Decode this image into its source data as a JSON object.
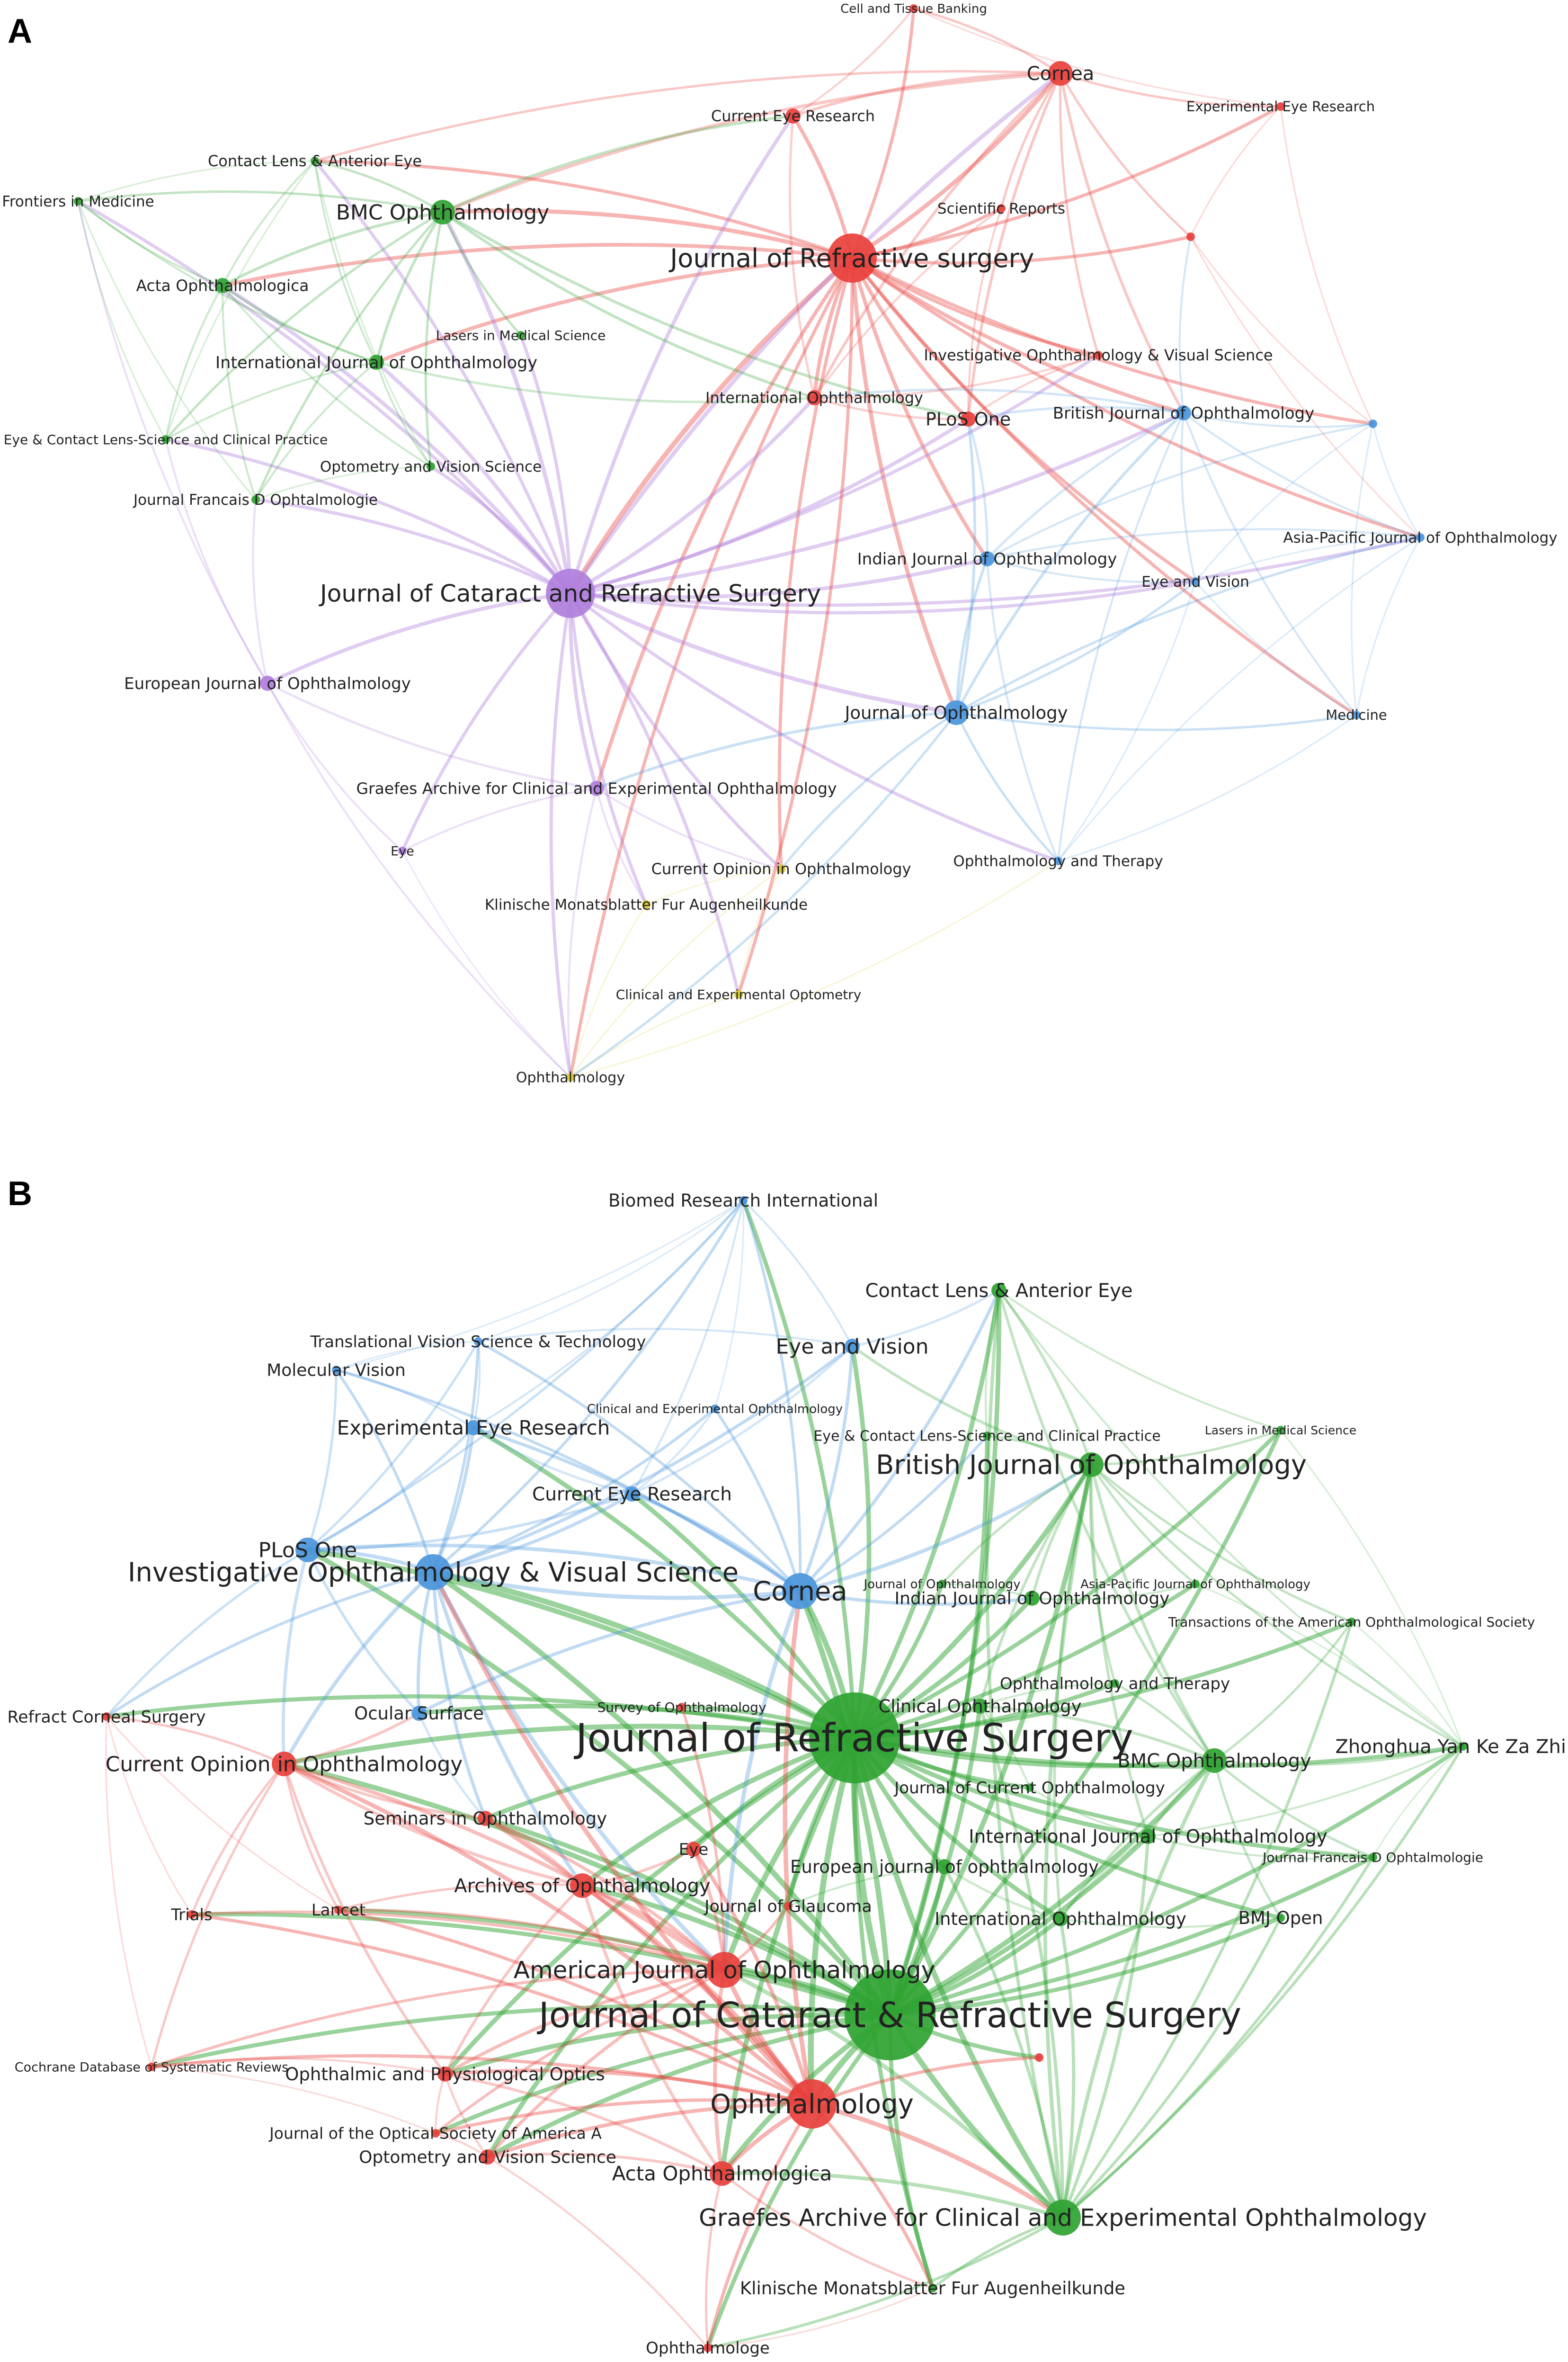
{
  "colors": {
    "red": "#e8403c",
    "green": "#2fa332",
    "blue": "#4a96dc",
    "purple": "#b07fdc",
    "yellow": "#d9c92c"
  },
  "panels": [
    {
      "id": "A",
      "label": "A",
      "nodes": [
        {
          "id": "a_cell",
          "label": "Cell and Tissue Banking",
          "cluster": "red",
          "size": 1
        },
        {
          "id": "a_cornea",
          "label": "Cornea",
          "cluster": "red",
          "size": 3
        },
        {
          "id": "a_eer",
          "label": "Experimental Eye Research",
          "cluster": "red",
          "size": 1
        },
        {
          "id": "a_cer",
          "label": "Current Eye Research",
          "cluster": "red",
          "size": 2
        },
        {
          "id": "a_sci",
          "label": "Scientific Reports",
          "cluster": "red",
          "size": 1
        },
        {
          "id": "a_jrs",
          "label": "Journal of Refractive surgery",
          "cluster": "red",
          "size": 5
        },
        {
          "id": "a_red_u1",
          "label": "",
          "cluster": "red",
          "size": 1
        },
        {
          "id": "a_iovs",
          "label": "Investigative Ophthalmology & Visual Science",
          "cluster": "red",
          "size": 1
        },
        {
          "id": "a_io",
          "label": "International Ophthalmology",
          "cluster": "red",
          "size": 2
        },
        {
          "id": "a_plos",
          "label": "PLoS One",
          "cluster": "red",
          "size": 2
        },
        {
          "id": "a_clae",
          "label": "Contact Lens & Anterior Eye",
          "cluster": "green",
          "size": 1
        },
        {
          "id": "a_frontiers",
          "label": "Frontiers in Medicine",
          "cluster": "green",
          "size": 1
        },
        {
          "id": "a_bmc",
          "label": "BMC Ophthalmology",
          "cluster": "green",
          "size": 3
        },
        {
          "id": "a_acta",
          "label": "Acta Ophthalmologica",
          "cluster": "green",
          "size": 2
        },
        {
          "id": "a_lasers",
          "label": "Lasers in Medical Science",
          "cluster": "green",
          "size": 1
        },
        {
          "id": "a_ijo",
          "label": "International Journal of Ophthalmology",
          "cluster": "green",
          "size": 2
        },
        {
          "id": "a_eclscp",
          "label": "Eye & Contact Lens-Science and Clinical Practice",
          "cluster": "green",
          "size": 1
        },
        {
          "id": "a_ovs",
          "label": "Optometry and Vision Science",
          "cluster": "green",
          "size": 1
        },
        {
          "id": "a_jfo",
          "label": "Journal Francais D Ophtalmologie",
          "cluster": "green",
          "size": 1
        },
        {
          "id": "a_bjo",
          "label": "British Journal of Ophthalmology",
          "cluster": "blue",
          "size": 2
        },
        {
          "id": "a_blue_u1",
          "label": "",
          "cluster": "blue",
          "size": 1
        },
        {
          "id": "a_apjo",
          "label": "Asia-Pacific Journal of Ophthalmology",
          "cluster": "blue",
          "size": 1
        },
        {
          "id": "a_indian",
          "label": "Indian Journal of Ophthalmology",
          "cluster": "blue",
          "size": 2
        },
        {
          "id": "a_eyevision",
          "label": "Eye and Vision",
          "cluster": "blue",
          "size": 1
        },
        {
          "id": "a_jo",
          "label": "Journal of Ophthalmology",
          "cluster": "blue",
          "size": 3
        },
        {
          "id": "a_medicine",
          "label": "Medicine",
          "cluster": "blue",
          "size": 1
        },
        {
          "id": "a_ot",
          "label": "Ophthalmology and Therapy",
          "cluster": "blue",
          "size": 1
        },
        {
          "id": "a_jcrs",
          "label": "Journal of Cataract and Refractive Surgery",
          "cluster": "purple",
          "size": 5
        },
        {
          "id": "a_ejo",
          "label": "European Journal of Ophthalmology",
          "cluster": "purple",
          "size": 2
        },
        {
          "id": "a_graefes",
          "label": "Graefes Archive for Clinical and Experimental Ophthalmology",
          "cluster": "purple",
          "size": 2
        },
        {
          "id": "a_eye",
          "label": "Eye",
          "cluster": "purple",
          "size": 1
        },
        {
          "id": "a_coo",
          "label": "Current Opinion in Ophthalmology",
          "cluster": "yellow",
          "size": 1
        },
        {
          "id": "a_kmfa",
          "label": "Klinische Monatsblatter Fur Augenheilkunde",
          "cluster": "yellow",
          "size": 1
        },
        {
          "id": "a_ceo",
          "label": "Clinical and Experimental Optometry",
          "cluster": "yellow",
          "size": 1
        },
        {
          "id": "a_ophth",
          "label": "Ophthalmology",
          "cluster": "yellow",
          "size": 1
        }
      ]
    },
    {
      "id": "B",
      "label": "B",
      "nodes": [
        {
          "id": "b_biomed",
          "label": "Biomed Research International",
          "cluster": "blue",
          "size": 1
        },
        {
          "id": "b_clae",
          "label": "Contact Lens & Anterior Eye",
          "cluster": "green",
          "size": 2
        },
        {
          "id": "b_tvst",
          "label": "Translational Vision Science & Technology",
          "cluster": "blue",
          "size": 1
        },
        {
          "id": "b_eyevision",
          "label": "Eye and Vision",
          "cluster": "blue",
          "size": 2
        },
        {
          "id": "b_molvis",
          "label": "Molecular Vision",
          "cluster": "blue",
          "size": 1
        },
        {
          "id": "b_ceo",
          "label": "Clinical and Experimental Ophthalmology",
          "cluster": "blue",
          "size": 1
        },
        {
          "id": "b_lasers",
          "label": "Lasers in Medical Science",
          "cluster": "green",
          "size": 1
        },
        {
          "id": "b_eer",
          "label": "Experimental Eye Research",
          "cluster": "blue",
          "size": 2
        },
        {
          "id": "b_eclscp",
          "label": "Eye & Contact Lens-Science and Clinical Practice",
          "cluster": "green",
          "size": 1
        },
        {
          "id": "b_bjo",
          "label": "British Journal of Ophthalmology",
          "cluster": "green",
          "size": 3
        },
        {
          "id": "b_cer",
          "label": "Current Eye Research",
          "cluster": "blue",
          "size": 2
        },
        {
          "id": "b_plos",
          "label": "PLoS One",
          "cluster": "blue",
          "size": 3
        },
        {
          "id": "b_iovs",
          "label": "Investigative Ophthalmology & Visual Science",
          "cluster": "blue",
          "size": 4
        },
        {
          "id": "b_cornea",
          "label": "Cornea",
          "cluster": "blue",
          "size": 4
        },
        {
          "id": "b_jo",
          "label": "Journal of Ophthalmology",
          "cluster": "green",
          "size": 1
        },
        {
          "id": "b_apjo",
          "label": "Asia-Pacific Journal of Ophthalmology",
          "cluster": "green",
          "size": 1
        },
        {
          "id": "b_indian",
          "label": "Indian Journal of Ophthalmology",
          "cluster": "green",
          "size": 2
        },
        {
          "id": "b_taos",
          "label": "Transactions of the American Ophthalmological Society",
          "cluster": "green",
          "size": 1
        },
        {
          "id": "b_ot",
          "label": "Ophthalmology and Therapy",
          "cluster": "green",
          "size": 1
        },
        {
          "id": "b_rcs",
          "label": "Refract Corneal Surgery",
          "cluster": "red",
          "size": 1
        },
        {
          "id": "b_ocular",
          "label": "Ocular Surface",
          "cluster": "blue",
          "size": 2
        },
        {
          "id": "b_survey",
          "label": "Survey of Ophthalmology",
          "cluster": "red",
          "size": 1
        },
        {
          "id": "b_clinophth",
          "label": "Clinical Ophthalmology",
          "cluster": "green",
          "size": 2
        },
        {
          "id": "b_jrs",
          "label": "Journal of Refractive Surgery",
          "cluster": "green",
          "size": 7
        },
        {
          "id": "b_coo",
          "label": "Current Opinion in Ophthalmology",
          "cluster": "red",
          "size": 3
        },
        {
          "id": "b_bmc",
          "label": "BMC Ophthalmology",
          "cluster": "green",
          "size": 3
        },
        {
          "id": "b_zhongs",
          "label": "Zhonghua Yan Ke Za Zhi",
          "cluster": "green",
          "size": 1
        },
        {
          "id": "b_jco",
          "label": "Journal of Current Ophthalmology",
          "cluster": "green",
          "size": 1
        },
        {
          "id": "b_seminars",
          "label": "Seminars in Ophthalmology",
          "cluster": "red",
          "size": 2
        },
        {
          "id": "b_ijo",
          "label": "International Journal of Ophthalmology",
          "cluster": "green",
          "size": 2
        },
        {
          "id": "b_jfo",
          "label": "Journal Francais D Ophtalmologie",
          "cluster": "green",
          "size": 1
        },
        {
          "id": "b_eye",
          "label": "Eye",
          "cluster": "red",
          "size": 2
        },
        {
          "id": "b_ejo",
          "label": "European journal of ophthalmology",
          "cluster": "green",
          "size": 2
        },
        {
          "id": "b_archives",
          "label": "Archives of Ophthalmology",
          "cluster": "red",
          "size": 3
        },
        {
          "id": "b_glaucoma",
          "label": "Journal of Glaucoma",
          "cluster": "red",
          "size": 1
        },
        {
          "id": "b_trials",
          "label": "Trials",
          "cluster": "red",
          "size": 1
        },
        {
          "id": "b_lancet",
          "label": "Lancet",
          "cluster": "red",
          "size": 1
        },
        {
          "id": "b_io",
          "label": "International Ophthalmology",
          "cluster": "green",
          "size": 2
        },
        {
          "id": "b_bmjopen",
          "label": "BMJ Open",
          "cluster": "green",
          "size": 1
        },
        {
          "id": "b_ajo",
          "label": "American Journal of Ophthalmology",
          "cluster": "red",
          "size": 4
        },
        {
          "id": "b_jcrs",
          "label": "Journal of Cataract & Refractive Surgery",
          "cluster": "green",
          "size": 7
        },
        {
          "id": "b_cochrane",
          "label": "Cochrane Database of Systematic Reviews",
          "cluster": "red",
          "size": 1
        },
        {
          "id": "b_opo",
          "label": "Ophthalmic and Physiological Optics",
          "cluster": "red",
          "size": 2
        },
        {
          "id": "b_red_u1",
          "label": "",
          "cluster": "red",
          "size": 1
        },
        {
          "id": "b_ophthalmology",
          "label": "Ophthalmology",
          "cluster": "red",
          "size": 5
        },
        {
          "id": "b_josa",
          "label": "Journal of the Optical Society of America A",
          "cluster": "red",
          "size": 1
        },
        {
          "id": "b_ovs",
          "label": "Optometry and Vision Science",
          "cluster": "red",
          "size": 2
        },
        {
          "id": "b_acta",
          "label": "Acta Ophthalmologica",
          "cluster": "red",
          "size": 3
        },
        {
          "id": "b_graefes",
          "label": "Graefes Archive for Clinical and Experimental Ophthalmology",
          "cluster": "green",
          "size": 4
        },
        {
          "id": "b_kmfa",
          "label": "Klinische Monatsblatter Fur Augenheilkunde",
          "cluster": "green",
          "size": 1
        },
        {
          "id": "b_ophthalmologe",
          "label": "Ophthalmologe",
          "cluster": "red",
          "size": 1
        }
      ]
    }
  ]
}
